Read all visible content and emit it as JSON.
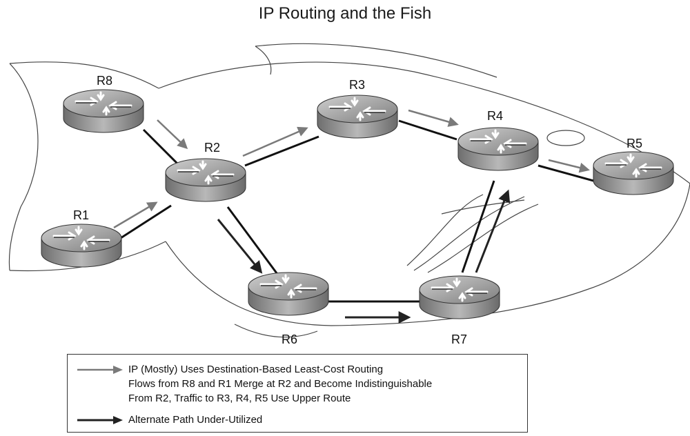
{
  "title": "IP Routing and the Fish",
  "routers": {
    "r8": "R8",
    "r2": "R2",
    "r1": "R1",
    "r3": "R3",
    "r4": "R4",
    "r5": "R5",
    "r6": "R6",
    "r7": "R7"
  },
  "legend": {
    "ip_line1": "IP (Mostly) Uses Destination-Based Least-Cost Routing",
    "ip_line2": "Flows from R8 and R1 Merge at R2 and Become Indistinguishable",
    "ip_line3": "From R2, Traffic to R3, R4, R5 Use Upper Route",
    "alt_line": "Alternate Path Under-Utilized"
  },
  "colors": {
    "ip_arrow": "#7a7a7a",
    "alt_arrow": "#222222",
    "link": "#111111",
    "router_body": "#9a9a9a"
  }
}
